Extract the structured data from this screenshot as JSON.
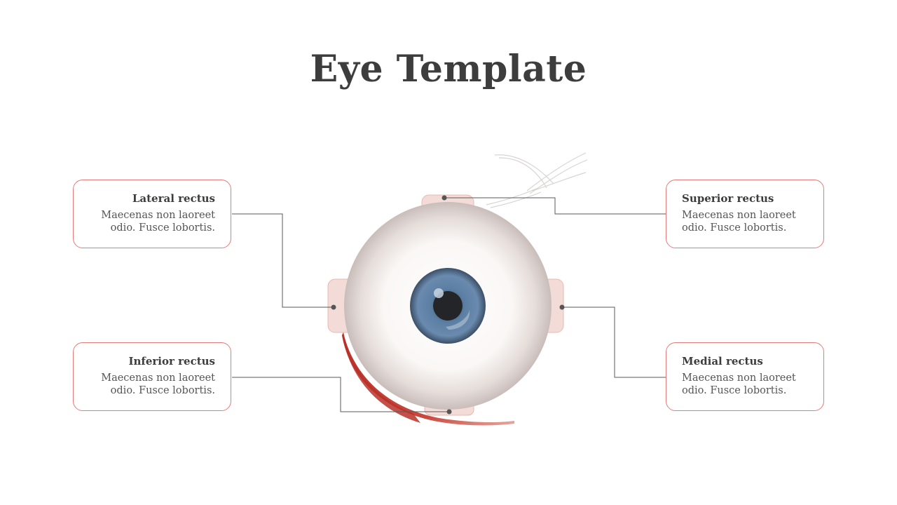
{
  "title": "Eye Template",
  "labels": [
    {
      "id": "lateral-rectus",
      "title": "Lateral rectus",
      "body": "Maecenas non laoreet odio. Fusce lobortis."
    },
    {
      "id": "inferior-rectus",
      "title": "Inferior rectus",
      "body": "Maecenas non laoreet odio. Fusce lobortis."
    },
    {
      "id": "superior-rectus",
      "title": "Superior rectus",
      "body": "Maecenas non laoreet odio. Fusce lobortis."
    },
    {
      "id": "medial-rectus",
      "title": "Medial rectus",
      "body": "Maecenas non laoreet odio. Fusce lobortis."
    }
  ],
  "colors": {
    "title": "#3d3d3d",
    "card_border": "#e57a7a",
    "connector": "#5a5a5a",
    "iris": "#5b7fa3",
    "muscle": "#c0392b",
    "tendon": "#e8b8b0"
  }
}
